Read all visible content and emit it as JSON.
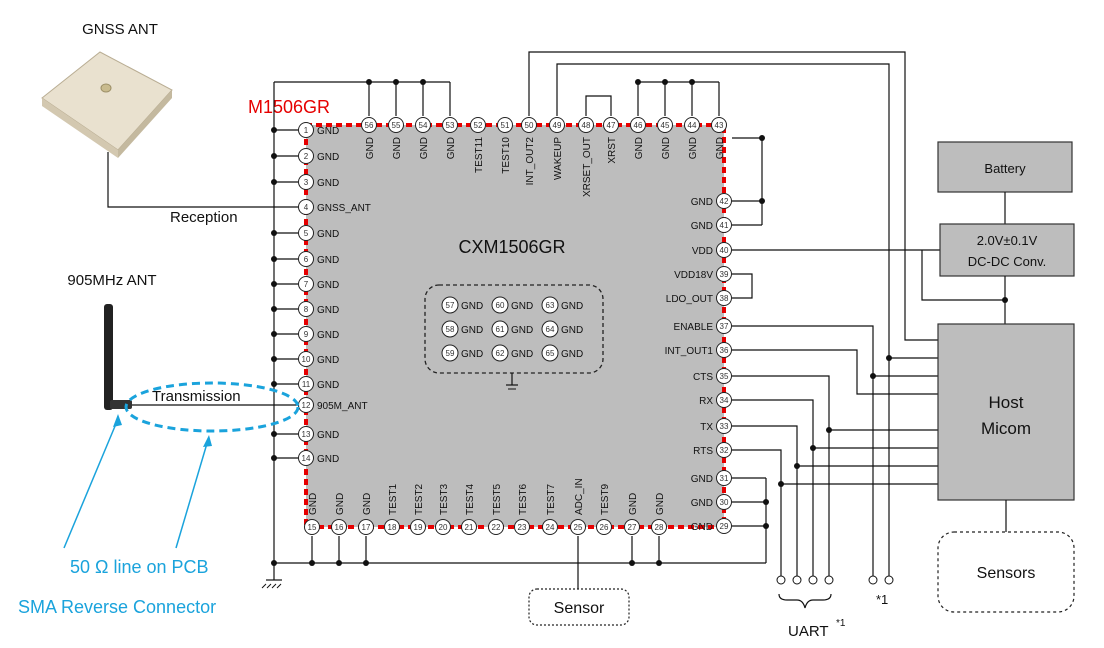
{
  "colors": {
    "chip_fill": "#bdbdbd",
    "chip_border": "#e60000",
    "accent_blue": "#1aa3dc",
    "box_fill": "#bdbdbd",
    "brand_red": "#e60000"
  },
  "labels": {
    "gnss_ant": "GNSS ANT",
    "module_name": "M1506GR",
    "chip_name": "CXM1506GR",
    "reception": "Reception",
    "ant_905": "905MHz ANT",
    "transmission": "Transmission",
    "line_50ohm": "50 Ω line on PCB",
    "sma": "SMA Reverse Connector",
    "sensor": "Sensor",
    "uart": "UART",
    "uart_note": "*1",
    "star1": "*1",
    "battery": "Battery",
    "dcdc_1": "2.0V±0.1V",
    "dcdc_2": "DC-DC Conv.",
    "host_1": "Host",
    "host_2": "Micom",
    "sensors": "Sensors"
  },
  "pins": {
    "left": [
      {
        "num": "1",
        "label": "GND"
      },
      {
        "num": "2",
        "label": "GND"
      },
      {
        "num": "3",
        "label": "GND"
      },
      {
        "num": "4",
        "label": "GNSS_ANT"
      },
      {
        "num": "5",
        "label": "GND"
      },
      {
        "num": "6",
        "label": "GND"
      },
      {
        "num": "7",
        "label": "GND"
      },
      {
        "num": "8",
        "label": "GND"
      },
      {
        "num": "9",
        "label": "GND"
      },
      {
        "num": "10",
        "label": "GND"
      },
      {
        "num": "11",
        "label": "GND"
      },
      {
        "num": "12",
        "label": "905M_ANT"
      },
      {
        "num": "13",
        "label": "GND"
      },
      {
        "num": "14",
        "label": "GND"
      }
    ],
    "top": [
      {
        "num": "56",
        "label": "GND"
      },
      {
        "num": "55",
        "label": "GND"
      },
      {
        "num": "54",
        "label": "GND"
      },
      {
        "num": "53",
        "label": "GND"
      },
      {
        "num": "52",
        "label": "TEST11"
      },
      {
        "num": "51",
        "label": "TEST10"
      },
      {
        "num": "50",
        "label": "INT_OUT2"
      },
      {
        "num": "49",
        "label": "WAKEUP"
      },
      {
        "num": "48",
        "label": "XRSET_OUT"
      },
      {
        "num": "47",
        "label": "XRST"
      },
      {
        "num": "46",
        "label": "GND"
      },
      {
        "num": "45",
        "label": "GND"
      },
      {
        "num": "44",
        "label": "GND"
      },
      {
        "num": "43",
        "label": "GND"
      }
    ],
    "right": [
      {
        "num": "42",
        "label": "GND"
      },
      {
        "num": "41",
        "label": "GND"
      },
      {
        "num": "40",
        "label": "VDD"
      },
      {
        "num": "39",
        "label": "VDD18V"
      },
      {
        "num": "38",
        "label": "LDO_OUT"
      },
      {
        "num": "37",
        "label": "ENABLE"
      },
      {
        "num": "36",
        "label": "INT_OUT1"
      },
      {
        "num": "35",
        "label": "CTS"
      },
      {
        "num": "34",
        "label": "RX"
      },
      {
        "num": "33",
        "label": "TX"
      },
      {
        "num": "32",
        "label": "RTS"
      },
      {
        "num": "31",
        "label": "GND"
      },
      {
        "num": "30",
        "label": "GND"
      },
      {
        "num": "29",
        "label": "GND"
      }
    ],
    "bottom": [
      {
        "num": "15",
        "label": "GND"
      },
      {
        "num": "16",
        "label": "GND"
      },
      {
        "num": "17",
        "label": "GND"
      },
      {
        "num": "18",
        "label": "TEST1"
      },
      {
        "num": "19",
        "label": "TEST2"
      },
      {
        "num": "20",
        "label": "TEST3"
      },
      {
        "num": "21",
        "label": "TEST4"
      },
      {
        "num": "22",
        "label": "TEST5"
      },
      {
        "num": "23",
        "label": "TEST6"
      },
      {
        "num": "24",
        "label": "TEST7"
      },
      {
        "num": "25",
        "label": "ADC_IN"
      },
      {
        "num": "26",
        "label": "TEST9"
      },
      {
        "num": "27",
        "label": "GND"
      },
      {
        "num": "28",
        "label": "GND"
      }
    ],
    "center": [
      {
        "num": "57",
        "label": "GND"
      },
      {
        "num": "60",
        "label": "GND"
      },
      {
        "num": "63",
        "label": "GND"
      },
      {
        "num": "58",
        "label": "GND"
      },
      {
        "num": "61",
        "label": "GND"
      },
      {
        "num": "64",
        "label": "GND"
      },
      {
        "num": "59",
        "label": "GND"
      },
      {
        "num": "62",
        "label": "GND"
      },
      {
        "num": "65",
        "label": "GND"
      }
    ]
  }
}
